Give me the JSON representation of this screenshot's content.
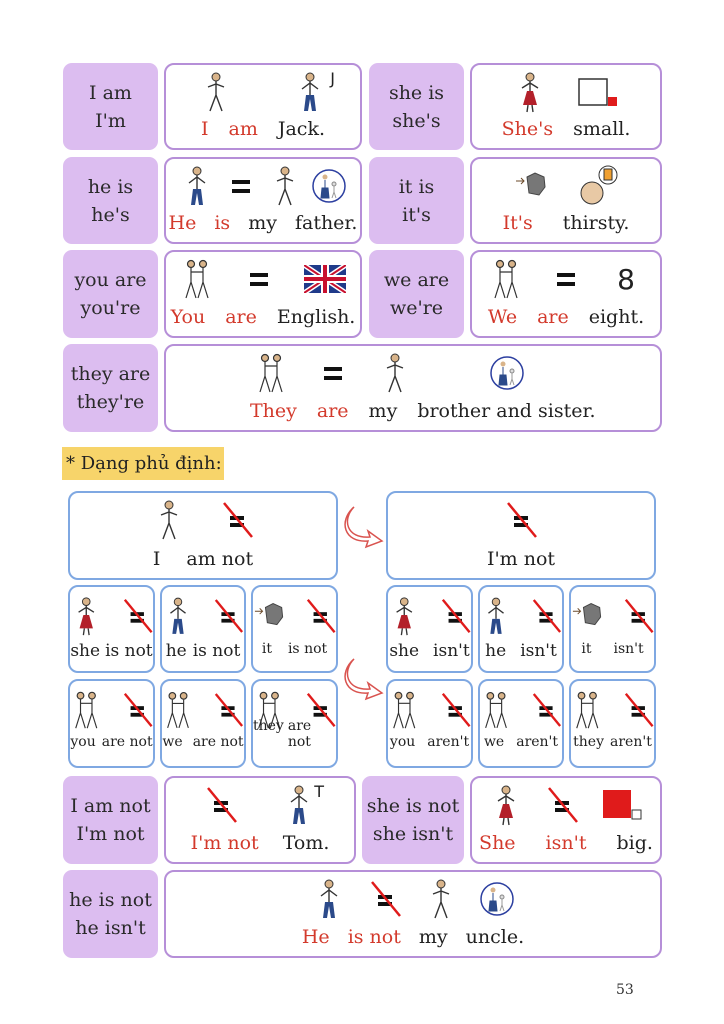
{
  "affirmative": [
    {
      "label": [
        "I  am",
        "I'm"
      ],
      "words": [
        {
          "t": "I",
          "red": true
        },
        {
          "t": "am",
          "red": true
        },
        {
          "t": "Jack.",
          "red": false
        }
      ]
    },
    {
      "label": [
        "she  is",
        "she's"
      ],
      "words": [
        {
          "t": "She's",
          "red": true
        },
        {
          "t": "small.",
          "red": false
        }
      ]
    },
    {
      "label": [
        "he  is",
        "he's"
      ],
      "words": [
        {
          "t": "He",
          "red": true
        },
        {
          "t": "is",
          "red": true
        },
        {
          "t": "my",
          "red": false
        },
        {
          "t": "father.",
          "red": false
        }
      ]
    },
    {
      "label": [
        "it  is",
        "it's"
      ],
      "words": [
        {
          "t": "It's",
          "red": true
        },
        {
          "t": "thirsty.",
          "red": false
        }
      ]
    },
    {
      "label": [
        "you  are",
        "you're"
      ],
      "words": [
        {
          "t": "You",
          "red": true
        },
        {
          "t": "are",
          "red": true
        },
        {
          "t": "English.",
          "red": false
        }
      ]
    },
    {
      "label": [
        "we  are",
        "we're"
      ],
      "words": [
        {
          "t": "We",
          "red": true
        },
        {
          "t": "are",
          "red": true
        },
        {
          "t": "eight.",
          "red": false
        }
      ],
      "number": "8"
    },
    {
      "label": [
        "they  are",
        "they're"
      ],
      "words": [
        {
          "t": "They",
          "red": true
        },
        {
          "t": "are",
          "red": true
        },
        {
          "t": "my",
          "red": false
        },
        {
          "t": "brother and sister.",
          "red": false
        }
      ]
    }
  ],
  "negative_heading": "* Dạng phủ định:",
  "negative": {
    "full_big": [
      "I",
      "am not"
    ],
    "short_big": [
      "I'm not"
    ],
    "full_singular": [
      [
        "she",
        "is not"
      ],
      [
        "he",
        "is not"
      ],
      [
        "it",
        "is not"
      ]
    ],
    "short_singular": [
      [
        "she",
        "isn't"
      ],
      [
        "he",
        "isn't"
      ],
      [
        "it",
        "isn't"
      ]
    ],
    "full_plural": [
      [
        "you",
        "are not"
      ],
      [
        "we",
        "are not"
      ],
      [
        "they",
        "are not"
      ]
    ],
    "short_plural": [
      [
        "you",
        "aren't"
      ],
      [
        "we",
        "aren't"
      ],
      [
        "they",
        "aren't"
      ]
    ]
  },
  "examples": [
    {
      "label": [
        "I am not",
        "I'm not"
      ],
      "words": [
        {
          "t": "I'm not",
          "red": true
        },
        {
          "t": "Tom.",
          "red": false
        }
      ],
      "name_letter": "T"
    },
    {
      "label": [
        "she is not",
        "she isn't"
      ],
      "words": [
        {
          "t": "She",
          "red": true
        },
        {
          "t": "isn't",
          "red": true
        },
        {
          "t": "big.",
          "red": false
        }
      ]
    },
    {
      "label": [
        "he is not",
        "he isn't"
      ],
      "words": [
        {
          "t": "He",
          "red": true
        },
        {
          "t": "is not",
          "red": true
        },
        {
          "t": "my",
          "red": false
        },
        {
          "t": "uncle.",
          "red": false
        }
      ]
    }
  ],
  "jack_letter": "J",
  "page_number": "53",
  "colors": {
    "label_bg": "#dcbdf0",
    "purple_border": "#b68fd8",
    "blue_border": "#7fa8e2",
    "red": "#d33a2c",
    "highlight": "#f7d46a"
  }
}
